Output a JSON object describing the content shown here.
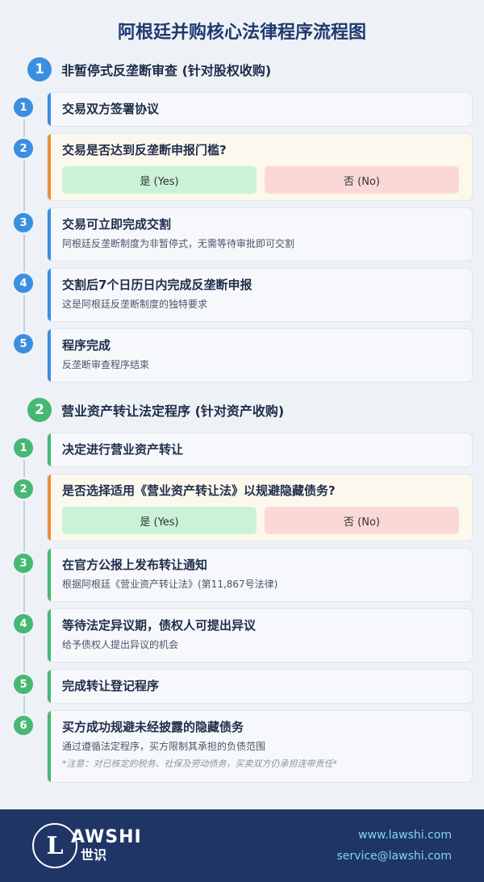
{
  "title": "阿根廷并购核心法律程序流程图",
  "colors": {
    "section1": "#3b8fe0",
    "section2": "#46b874",
    "decision": "#e8913a"
  },
  "sections": [
    {
      "number": "1",
      "title": "非暂停式反垄断审查 (针对股权收购)",
      "steps": [
        {
          "number": "1",
          "title": "交易双方签署协议"
        },
        {
          "number": "2",
          "title": "交易是否达到反垄断申报门槛?",
          "yes": "是 (Yes)",
          "no": "否 (No)"
        },
        {
          "number": "3",
          "title": "交易可立即完成交割",
          "desc": "阿根廷反垄断制度为非暂停式，无需等待审批即可交割"
        },
        {
          "number": "4",
          "title": "交割后7个日历日内完成反垄断申报",
          "desc": "这是阿根廷反垄断制度的独特要求"
        },
        {
          "number": "5",
          "title": "程序完成",
          "desc": "反垄断审查程序结束"
        }
      ]
    },
    {
      "number": "2",
      "title": "营业资产转让法定程序 (针对资产收购)",
      "steps": [
        {
          "number": "1",
          "title": "决定进行营业资产转让"
        },
        {
          "number": "2",
          "title": "是否选择适用《营业资产转让法》以规避隐藏债务?",
          "yes": "是 (Yes)",
          "no": "否 (No)"
        },
        {
          "number": "3",
          "title": "在官方公报上发布转让通知",
          "desc": "根据阿根廷《营业资产转让法》(第11,867号法律)"
        },
        {
          "number": "4",
          "title": "等待法定异议期，债权人可提出异议",
          "desc": "给予债权人提出异议的机会"
        },
        {
          "number": "5",
          "title": "完成转让登记程序"
        },
        {
          "number": "6",
          "title": "买方成功规避未经披露的隐藏债务",
          "desc": "通过遵循法定程序，买方限制其承担的负债范围",
          "note": "*注意：对已核定的税务、社保及劳动债务，买卖双方仍承担连带责任*"
        }
      ]
    }
  ],
  "footer": {
    "logo_letter": "L",
    "logo_word": "AWSHI",
    "logo_cn": "世识",
    "website": "www.lawshi.com",
    "email": "service@lawshi.com"
  }
}
